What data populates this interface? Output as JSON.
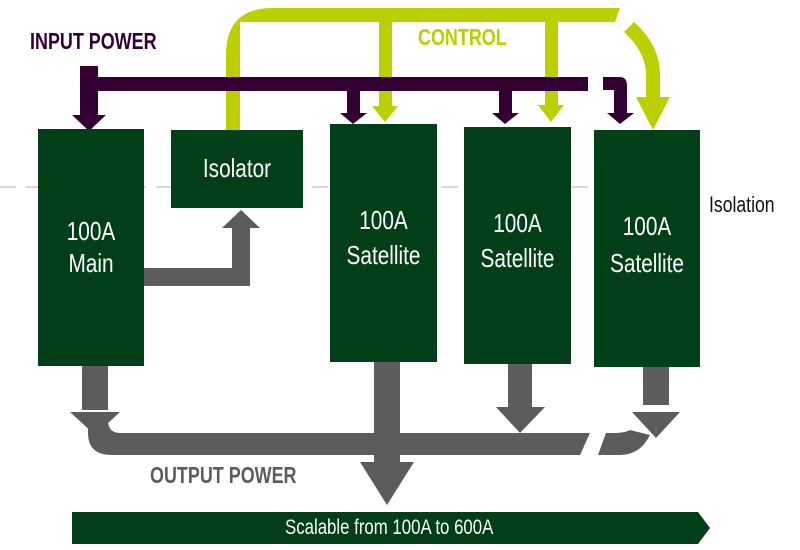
{
  "diagram": {
    "labels": {
      "input_power": "INPUT POWER",
      "control": "CONTROL",
      "output_power": "OUTPUT POWER",
      "isolation": "Isolation"
    },
    "modules": [
      {
        "id": "main",
        "line1": "100A",
        "line2": "Main"
      },
      {
        "id": "isolator",
        "line1": "Isolator"
      },
      {
        "id": "satellite-1",
        "line1": "100A",
        "line2": "Satellite"
      },
      {
        "id": "satellite-2",
        "line1": "100A",
        "line2": "Satellite"
      },
      {
        "id": "satellite-3",
        "line1": "100A",
        "line2": "Satellite"
      }
    ],
    "banner": "Scalable from 100A to 600A",
    "colors": {
      "module": "#023e17",
      "input_power": "#340033",
      "control": "#bccf00",
      "output_power": "#5c5c5c",
      "isolation_line": "#d8d8d4"
    }
  }
}
